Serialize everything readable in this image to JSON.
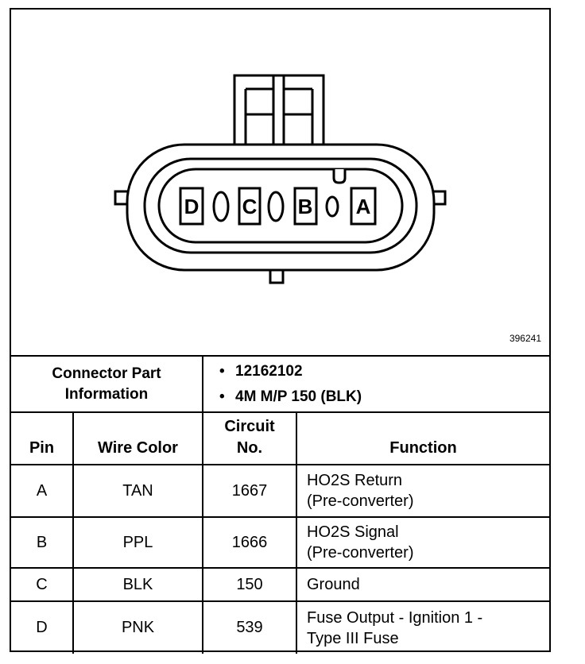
{
  "figure": {
    "id": "396241",
    "pins": [
      "D",
      "C",
      "B",
      "A"
    ]
  },
  "connector_part_information": {
    "label_line1": "Connector Part",
    "label_line2": "Information",
    "items": [
      "12162102",
      "4M M/P 150 (BLK)"
    ],
    "bullet": "•"
  },
  "table": {
    "headers": {
      "pin": "Pin",
      "wire_color": "Wire Color",
      "circuit_line1": "Circuit",
      "circuit_line2": "No.",
      "function": "Function"
    },
    "rows": [
      {
        "pin": "A",
        "wire_color": "TAN",
        "circuit": "1667",
        "function_line1": "HO2S Return",
        "function_line2": "(Pre-converter)"
      },
      {
        "pin": "B",
        "wire_color": "PPL",
        "circuit": "1666",
        "function_line1": "HO2S Signal",
        "function_line2": "(Pre-converter)"
      },
      {
        "pin": "C",
        "wire_color": "BLK",
        "circuit": "150",
        "function_line1": "Ground",
        "function_line2": ""
      },
      {
        "pin": "D",
        "wire_color": "PNK",
        "circuit": "539",
        "function_line1": "Fuse Output - Ignition 1 -",
        "function_line2": "Type III Fuse"
      }
    ]
  }
}
